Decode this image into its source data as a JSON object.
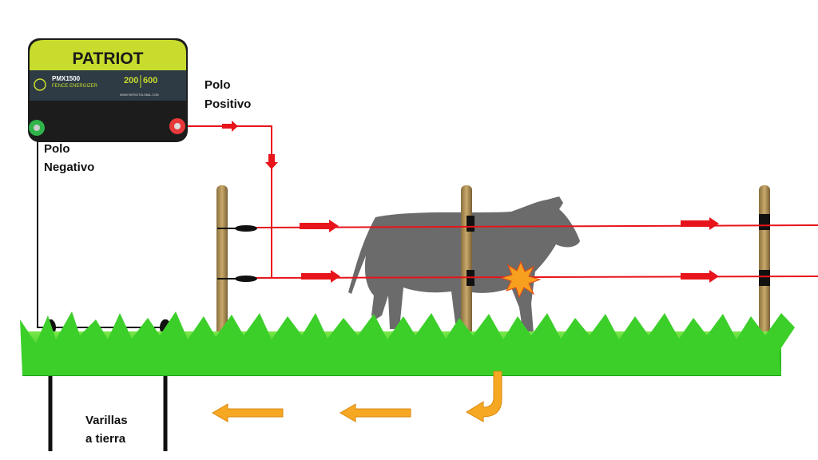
{
  "energizer": {
    "brand": "PATRIOT",
    "model": "PMX1500",
    "subtitle": "FENCE ENERGIZER",
    "rating_left": "200",
    "rating_right": "600",
    "website": "WWW.PATRIOTGLOBAL.COM"
  },
  "labels": {
    "positive_line1": "Polo",
    "positive_line2": "Positivo",
    "negative_line1": "Polo",
    "negative_line2": "Negativo",
    "rods_line1": "Varillas",
    "rods_line2": "a tierra"
  },
  "colors": {
    "wire": "#e8141b",
    "ground_wire": "#111111",
    "return_arrow": "#f7a823",
    "grass": "#3ccf2a",
    "cow": "#6b6b6b",
    "energizer_top": "#c8dc2e"
  }
}
